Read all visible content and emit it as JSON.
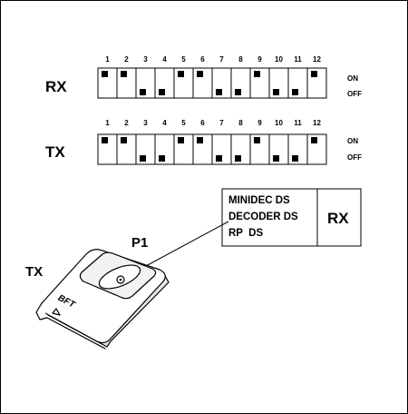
{
  "positions": [
    "1",
    "2",
    "3",
    "4",
    "5",
    "6",
    "7",
    "8",
    "9",
    "10",
    "11",
    "12"
  ],
  "on_label": "ON",
  "off_label": "OFF",
  "rows": [
    {
      "label": "RX",
      "states": [
        "ON",
        "ON",
        "OFF",
        "OFF",
        "ON",
        "ON",
        "OFF",
        "OFF",
        "ON",
        "OFF",
        "OFF",
        "ON"
      ]
    },
    {
      "label": "TX",
      "states": [
        "ON",
        "ON",
        "OFF",
        "OFF",
        "ON",
        "ON",
        "OFF",
        "OFF",
        "ON",
        "OFF",
        "OFF",
        "ON"
      ]
    }
  ],
  "receiver_box": {
    "lines": [
      "MINIDEC DS",
      "DECODER DS",
      "RP  DS"
    ],
    "tag": "RX"
  },
  "remote": {
    "button_label": "P1",
    "device_label": "TX",
    "logo": "BFT"
  },
  "colors": {
    "ink": "#000000",
    "remote_body": "#ffffff",
    "remote_shadow": "#e6e6e6"
  }
}
